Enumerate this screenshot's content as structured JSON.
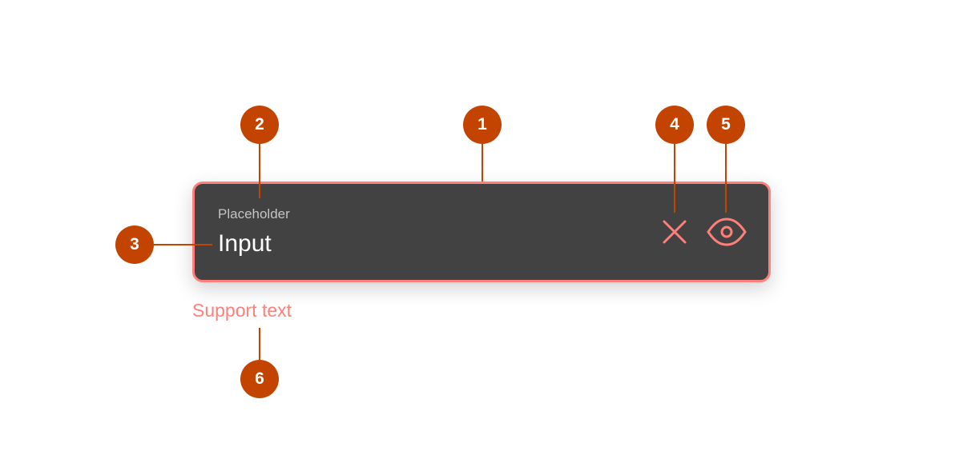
{
  "field": {
    "label": "Placeholder",
    "value": "Input",
    "support_text": "Support text"
  },
  "icons": {
    "clear": "close-icon",
    "visibility": "eye-icon"
  },
  "markers": [
    "1",
    "2",
    "3",
    "4",
    "5",
    "6"
  ],
  "colors": {
    "accent": "#ff7f7a",
    "marker": "#c24400",
    "field_bg": "#424242"
  }
}
